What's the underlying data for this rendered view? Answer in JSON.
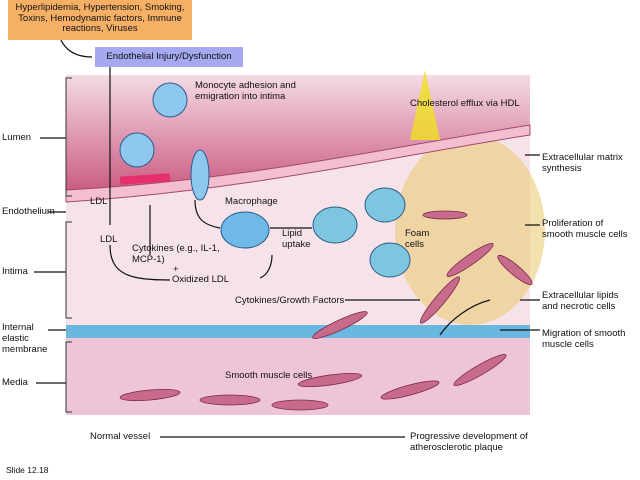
{
  "risk_factors": "Hyperlipidemia, Hypertension, Smoking, Toxins, Hemodynamic factors, Immune reactions, Viruses",
  "injury": "Endothelial Injury/Dysfunction",
  "left_labels": {
    "lumen": "Lumen",
    "endothelium": "Endothelium",
    "intima": "Intima",
    "iem": "Internal elastic membrane",
    "media": "Media"
  },
  "inner_labels": {
    "monocyte": "Monocyte adhesion and emigration into intima",
    "cholesterol": "Cholesterol efflux via HDL",
    "ldl1": "LDL",
    "ldl2": "LDL",
    "macrophage": "Macrophage",
    "cytokines": "Cytokines (e.g., IL-1, MCP-1)",
    "plus": "+",
    "oxidized": "Oxidized LDL",
    "lipid": "Lipid uptake",
    "foam": "Foam cells",
    "growth": "Cytokines/Growth Factors",
    "smc": "Smooth muscle cells"
  },
  "right_labels": {
    "ecm": "Extracellular matrix synthesis",
    "prolif": "Proliferation of smooth muscle cells",
    "lipids": "Extracellular lipids and necrotic cells",
    "migration": "Migration of smooth muscle cells"
  },
  "bottom": {
    "normal": "Normal vessel",
    "progressive": "Progressive development of atherosclerotic plaque"
  },
  "slide": "Slide 12.18"
}
